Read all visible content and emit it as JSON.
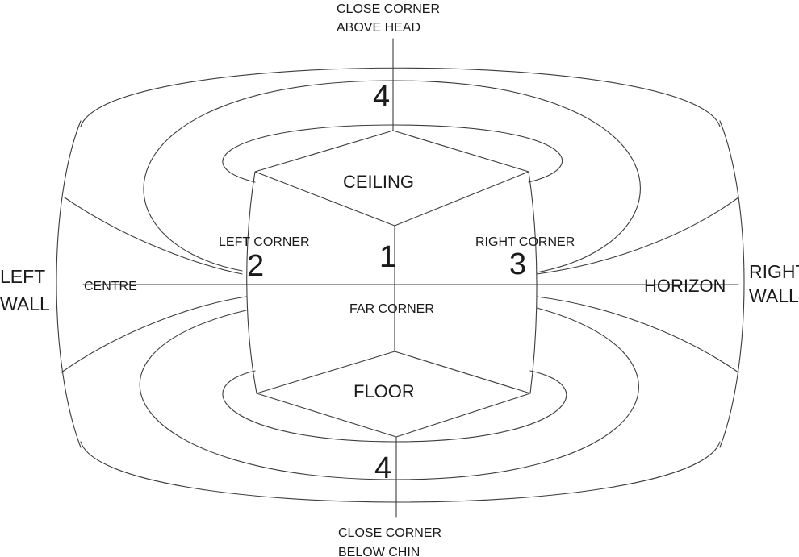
{
  "labels": {
    "top_line1": "CLOSE CORNER",
    "top_line2": "ABOVE HEAD",
    "bottom_line1": "CLOSE CORNER",
    "bottom_line2": "BELOW CHIN",
    "ceiling": "CEILING",
    "floor": "FLOOR",
    "left_corner": "LEFT CORNER",
    "right_corner": "RIGHT CORNER",
    "far_corner": "FAR CORNER",
    "centre": "CENTRE",
    "horizon": "HORIZON",
    "left_wall_line1": "LEFT",
    "left_wall_line2": "WALL",
    "right_wall_line1": "RIGHT",
    "right_wall_line2": "WALL"
  },
  "numbers": {
    "top": "4",
    "centre": "1",
    "left": "2",
    "right": "3",
    "bottom": "4"
  }
}
